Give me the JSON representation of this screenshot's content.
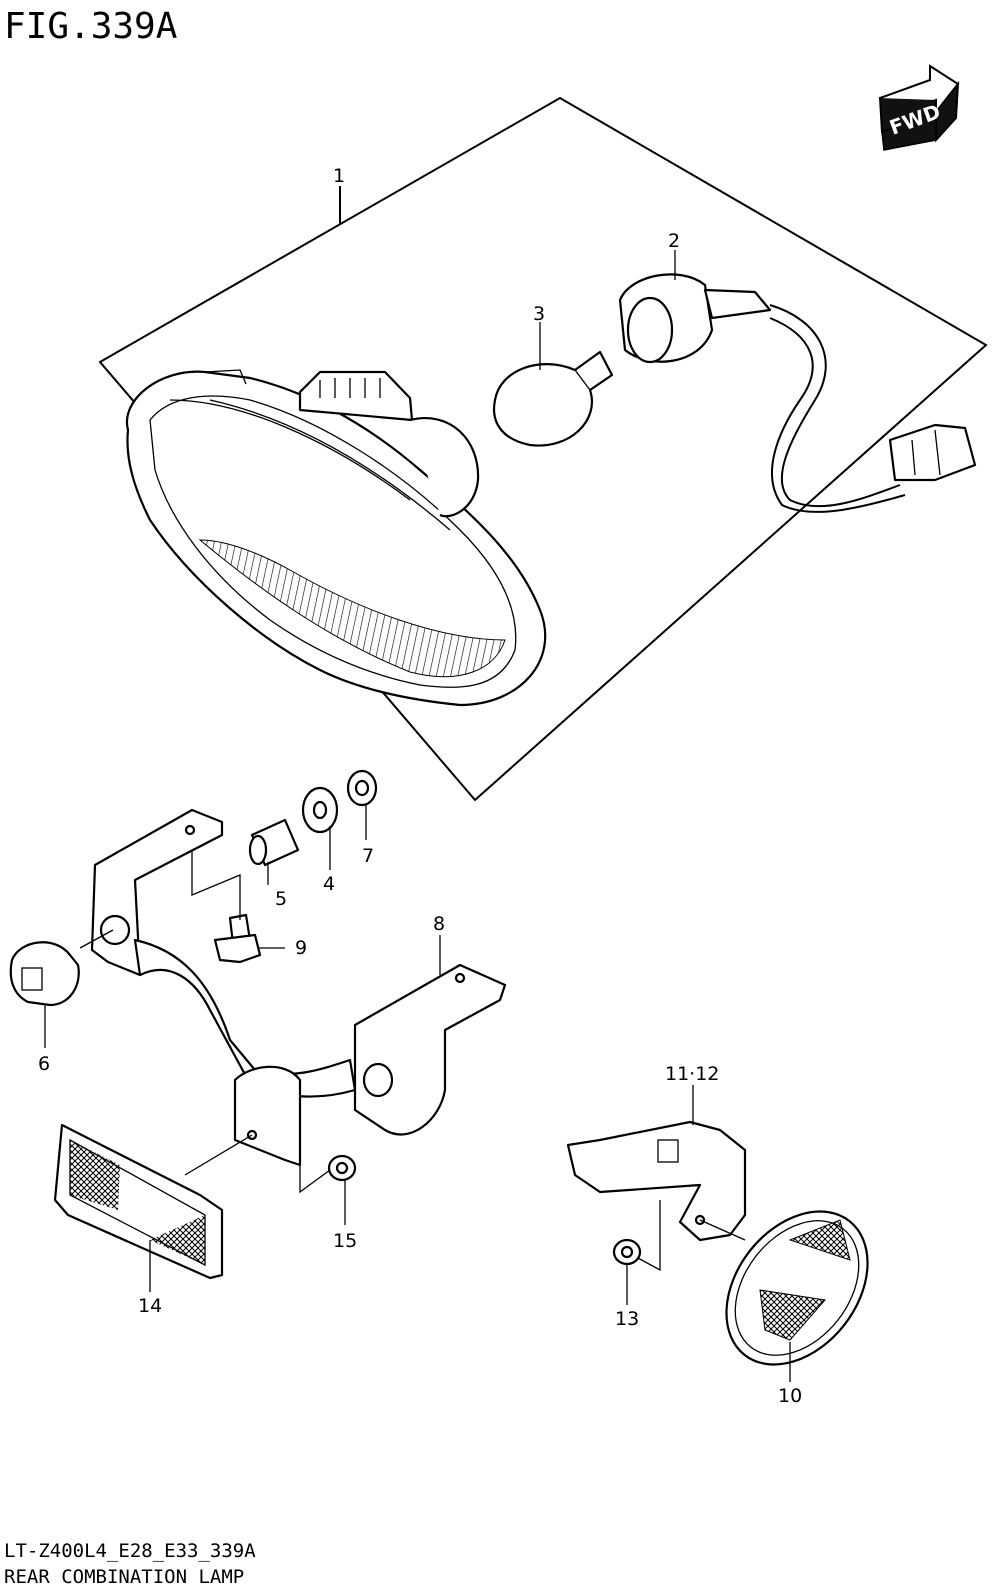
{
  "figure": {
    "title": "FIG.339A"
  },
  "fwd_badge": {
    "label": "FWD"
  },
  "callouts": [
    "1",
    "2",
    "3",
    "4",
    "5",
    "6",
    "7",
    "8",
    "9",
    "10",
    "11·12",
    "13",
    "14",
    "15"
  ],
  "footer": {
    "model_code": "LT-Z400L4_E28_E33_339A",
    "caption": "REAR COMBINATION LAMP"
  }
}
